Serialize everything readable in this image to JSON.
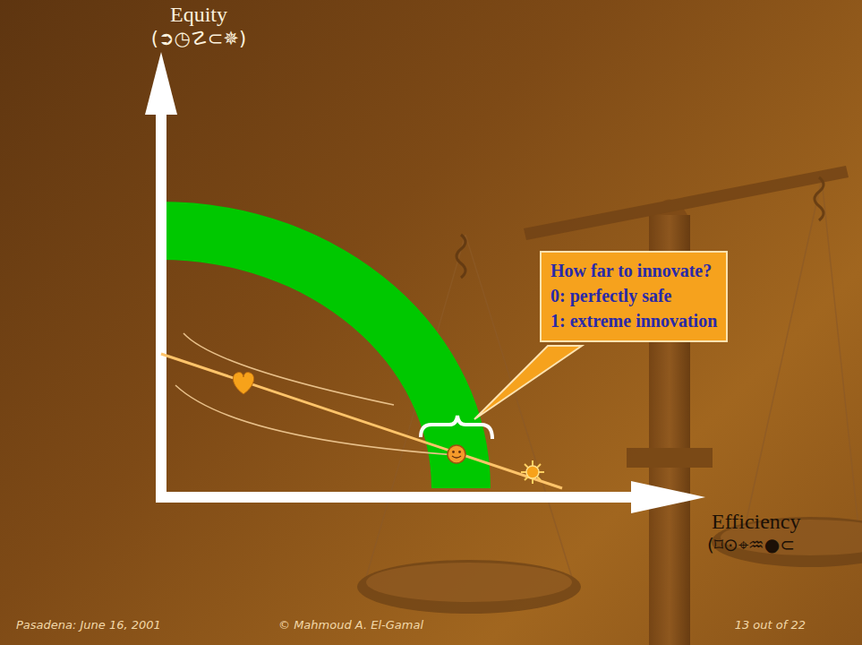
{
  "diagram": {
    "nodes": [
      {
        "text": [
          "How far to innovate?",
          "0: perfectly safe",
          "1: extreme innovation"
        ]
      }
    ],
    "labels": [
      "Equity",
      "(➲◷☡⊂✵)",
      "Efficiency",
      "(⌑⊙⌖♒●⊂",
      "Pasadena: June 16, 2001",
      "© Mahmoud A. El-Gamal",
      "13 out of 22"
    ]
  }
}
